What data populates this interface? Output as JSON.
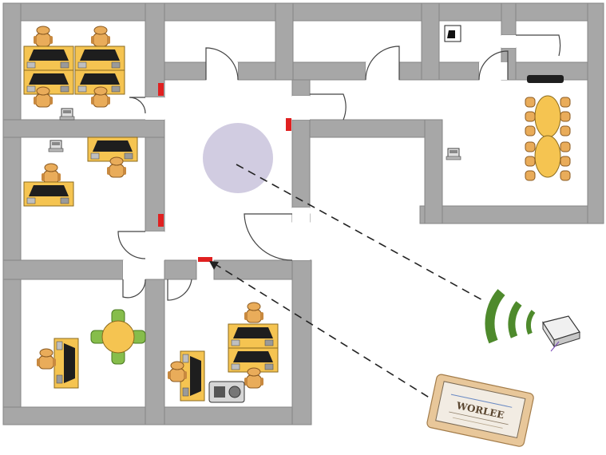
{
  "colors": {
    "wall": "#a7a7a7",
    "wall_edge": "#858585",
    "floor": "#ffffff",
    "desk": "#f5c451",
    "desk_edge": "#8a6a1e",
    "monitor": "#1e1e1e",
    "chair": "#e9ac5a",
    "chair_edge": "#8a5a22",
    "round_table": "#f5c451",
    "green_chair": "#86bd4b",
    "door_marker": "#e02020",
    "wifi_arc": "#4e8a2c",
    "signal_circle": "#c9c3dc",
    "tablet_frame": "#e8c79a",
    "tablet_screen": "#f2ece3"
  },
  "rooms": [
    {
      "id": "office-top-left",
      "furniture": "four-desk-cluster"
    },
    {
      "id": "office-mid-left",
      "furniture": "two-desks"
    },
    {
      "id": "office-bottom-left",
      "furniture": "desk-and-round-table"
    },
    {
      "id": "office-bottom-center",
      "furniture": "three-desks-printer"
    },
    {
      "id": "corridor",
      "furniture": "none"
    },
    {
      "id": "meeting-room",
      "furniture": "conference-table"
    },
    {
      "id": "small-rooms-top",
      "furniture": "none"
    }
  ],
  "devices": [
    {
      "id": "wireless-access-point",
      "icon": "router-icon"
    },
    {
      "id": "tablet-reader",
      "icon": "tablet-icon",
      "screen_text": "WORLEE"
    }
  ],
  "tablet_label": "WORLEE"
}
